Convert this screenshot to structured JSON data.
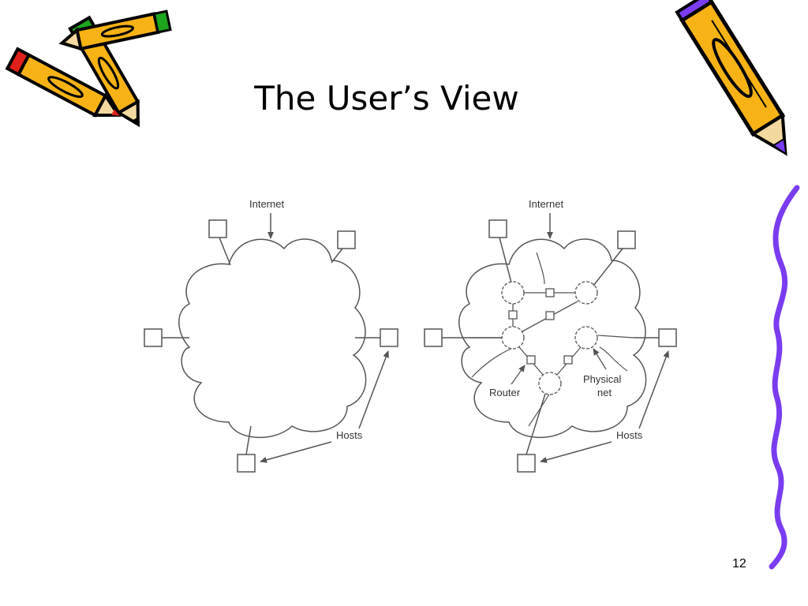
{
  "slide": {
    "title": "The User’s View",
    "page_number": "12"
  },
  "decorations": {
    "left_icon": "crossed-pencils-icon",
    "right_icon": "crayon-icon",
    "right_border": "wavy-line",
    "accent_color": "#7a3cf0",
    "pencil_body_color": "#f7b315",
    "pencil_cap_color": "#e0201a",
    "pencil_cap2_color": "#1ea51e"
  },
  "diagram_left": {
    "internet_label": "Internet",
    "hosts_label": "Hosts"
  },
  "diagram_right": {
    "internet_label": "Internet",
    "router_label": "Router",
    "physical_label_line1": "Physical",
    "physical_label_line2": "net",
    "hosts_label": "Hosts"
  },
  "colors": {
    "line": "#555555",
    "text": "#333333"
  }
}
